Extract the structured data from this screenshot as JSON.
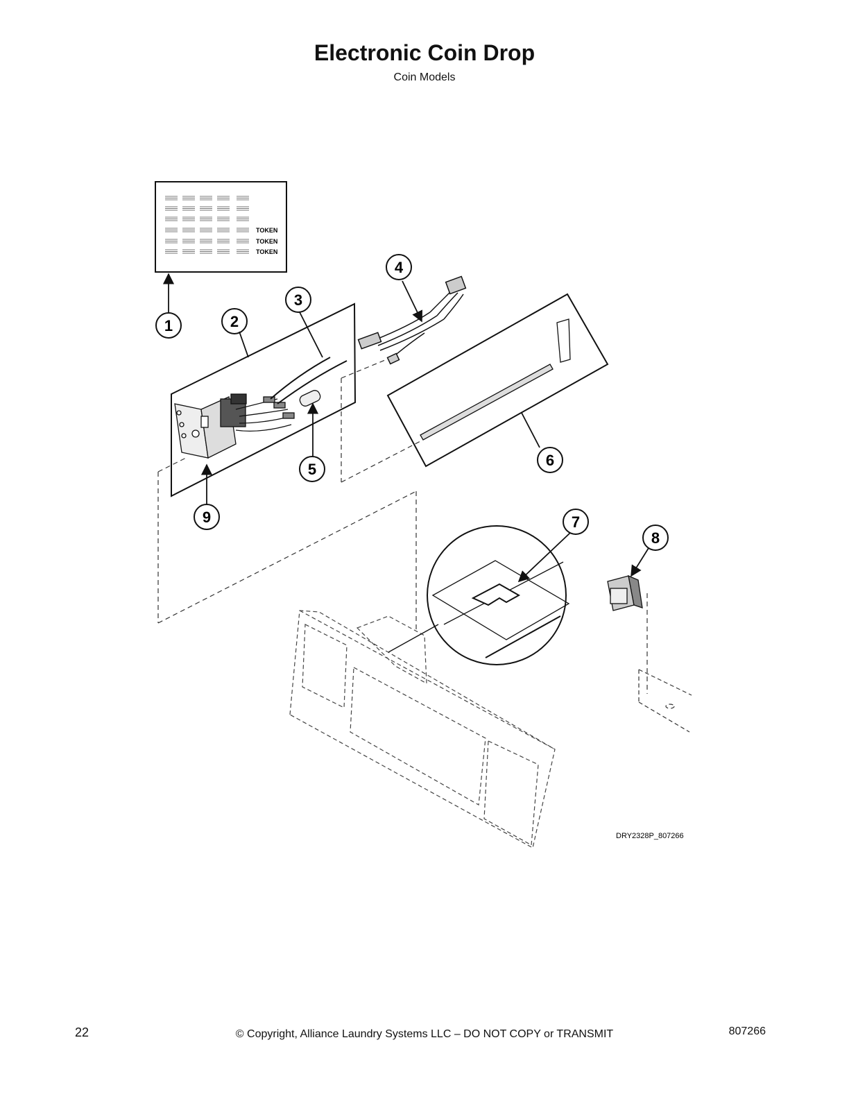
{
  "header": {
    "title": "Electronic Coin Drop",
    "subtitle": "Coin Models"
  },
  "decal": {
    "token_labels": [
      "TOKEN",
      "TOKEN",
      "TOKEN"
    ]
  },
  "callouts": [
    "1",
    "2",
    "3",
    "4",
    "5",
    "6",
    "7",
    "8",
    "9"
  ],
  "drawing_reference": "DRY2328P_807266",
  "footer": {
    "page_number": "22",
    "copyright": "© Copyright, Alliance Laundry Systems LLC – DO NOT COPY or TRANSMIT",
    "document_number": "807266"
  }
}
